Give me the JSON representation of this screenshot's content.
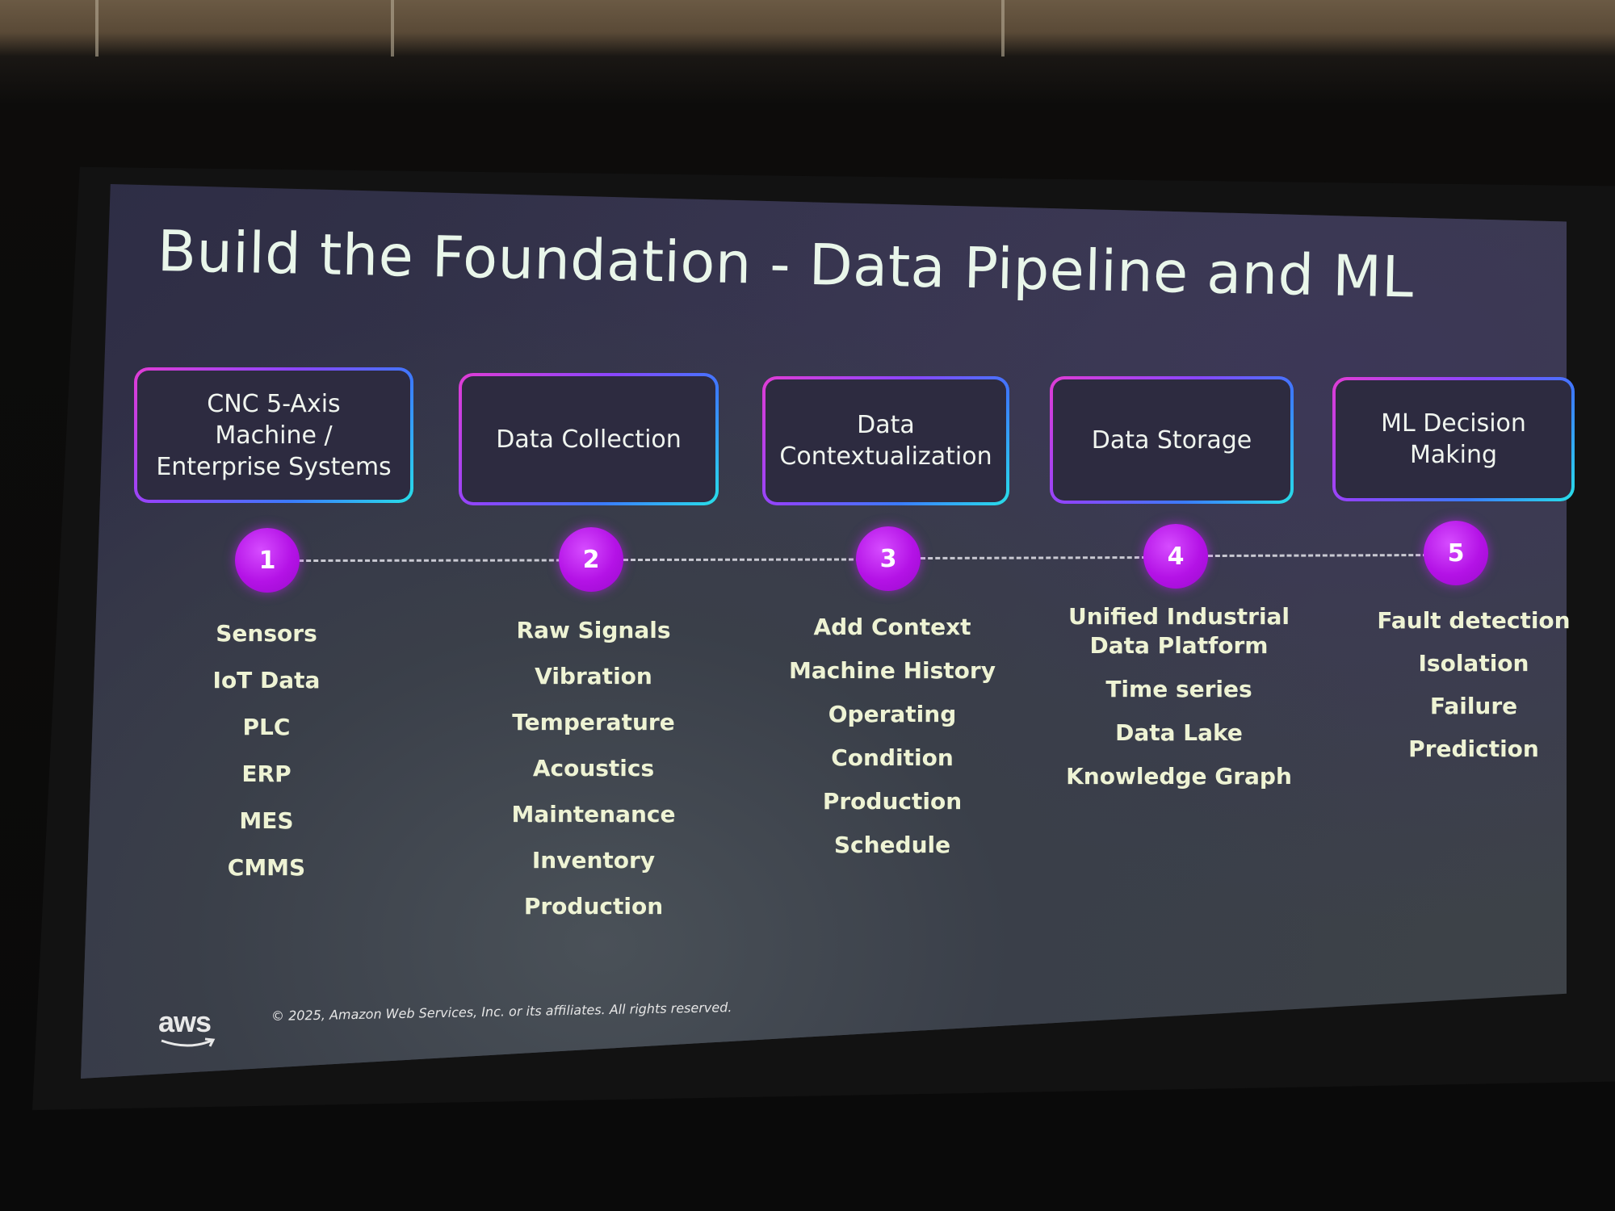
{
  "slide": {
    "title": "Build the Foundation - Data Pipeline and ML",
    "copyright": "© 2025, Amazon Web Services, Inc. or its affiliates. All rights reserved.",
    "logo_text": "aws"
  },
  "steps": [
    {
      "number": "1",
      "label": "CNC 5-Axis\nMachine /\nEnterprise Systems",
      "items": [
        "Sensors",
        "IoT Data",
        "PLC",
        "ERP",
        "MES",
        "CMMS"
      ]
    },
    {
      "number": "2",
      "label": "Data Collection",
      "items": [
        "Raw Signals",
        "Vibration",
        "Temperature",
        "Acoustics",
        "Maintenance",
        "Inventory",
        "Production"
      ]
    },
    {
      "number": "3",
      "label": "Data\nContextualization",
      "items": [
        "Add Context",
        "Machine History",
        "Operating Condition",
        "Production Schedule"
      ]
    },
    {
      "number": "4",
      "label": "Data Storage",
      "items": [
        "Unified Industrial\nData Platform",
        "Time series",
        "Data Lake",
        "Knowledge Graph"
      ]
    },
    {
      "number": "5",
      "label": "ML Decision\nMaking",
      "items": [
        "Fault detection",
        "Isolation",
        "Failure Prediction"
      ]
    }
  ],
  "colors": {
    "circle": "#b412e6",
    "box_gradient_start": "#e13cd4",
    "box_gradient_end": "#27e0e8",
    "text": "#eef3d4"
  }
}
